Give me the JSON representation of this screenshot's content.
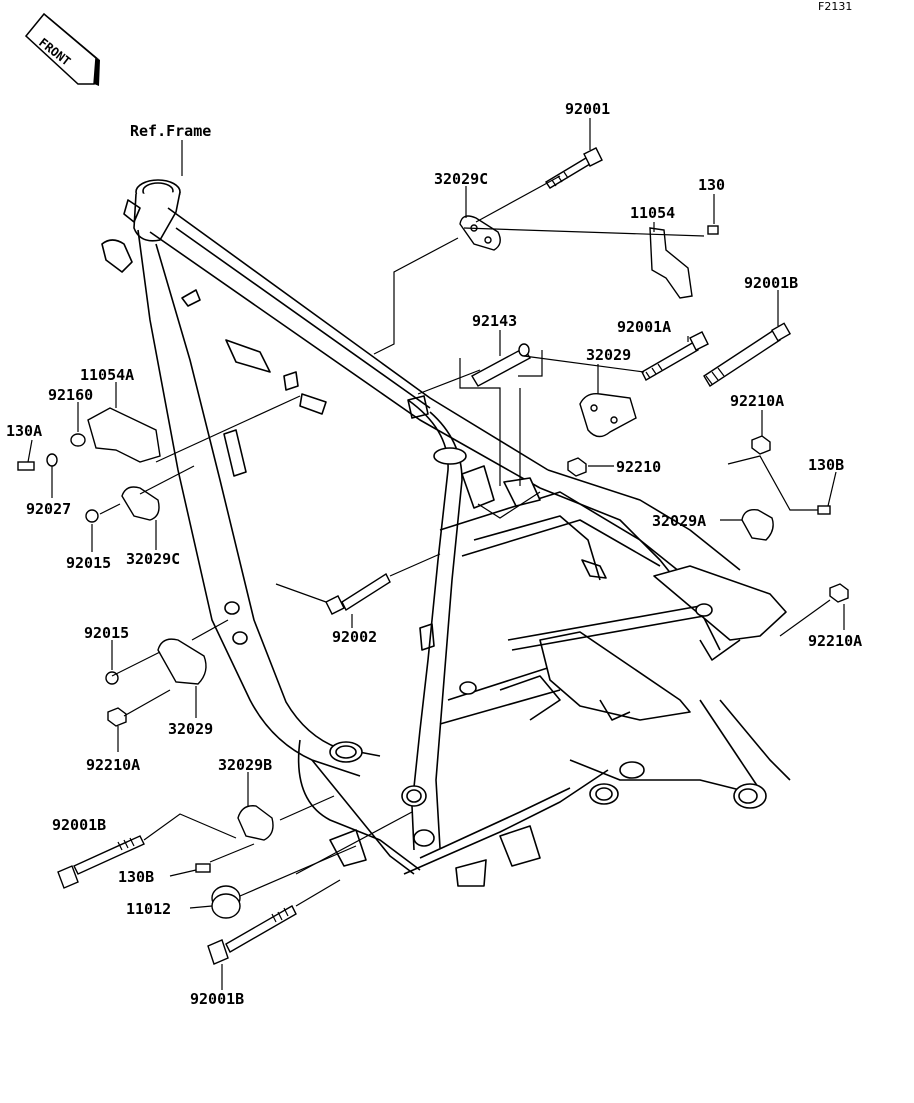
{
  "page_code": "F2131",
  "front_label": "FRONT",
  "reference_label": "Ref.Frame",
  "callouts": {
    "c92001": "92001",
    "c130": "130",
    "c32029C_top": "32029C",
    "c11054": "11054",
    "c92001B_right": "92001B",
    "c92143": "92143",
    "c92001A": "92001A",
    "c32029_upper": "32029",
    "c11054A": "11054A",
    "c92160": "92160",
    "c130A": "130A",
    "c92210A_right": "92210A",
    "c92210": "92210",
    "c130B_right": "130B",
    "c92027": "92027",
    "c32029A": "32029A",
    "c92015_left": "92015",
    "c32029C_left": "32029C",
    "c92002": "92002",
    "c92210A_far": "92210A",
    "c92015_mid": "92015",
    "c32029_lower": "32029",
    "c92210A_lower": "92210A",
    "c32029B": "32029B",
    "c92001B_left": "92001B",
    "c130B_lower": "130B",
    "c11012": "11012",
    "c92001B_bottom": "92001B"
  }
}
